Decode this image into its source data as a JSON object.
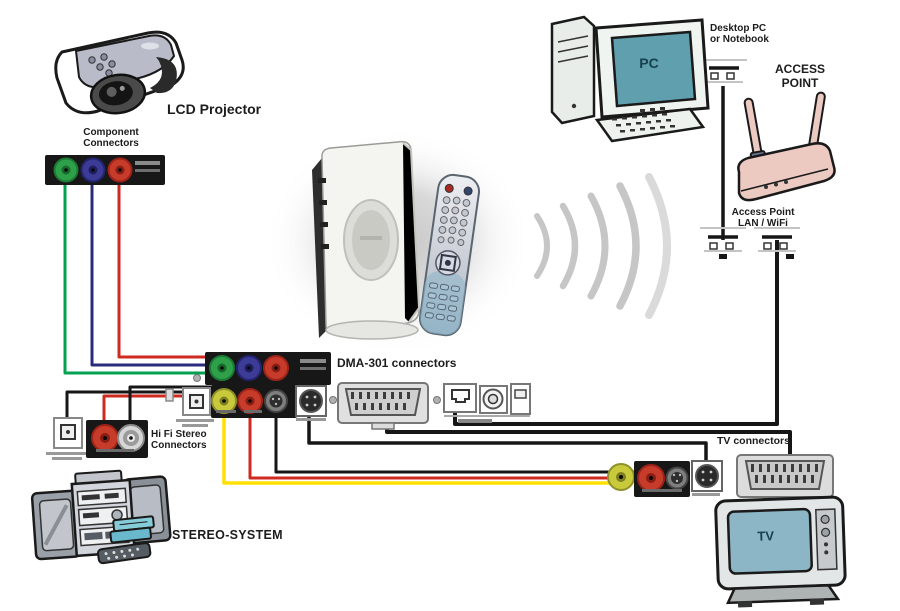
{
  "labels": {
    "lcd_projector": "LCD Projector",
    "component_connectors_1": "Component",
    "component_connectors_2": "Connectors",
    "pc_screen": "PC",
    "desktop_pc_1": "Desktop PC",
    "desktop_pc_2": "or Notebook",
    "access_point_1": "ACCESS",
    "access_point_2": "POINT",
    "ap_lan_1": "Access Point",
    "ap_lan_2": "LAN / WiFi",
    "dma_connectors": "DMA-301 connectors",
    "hifi_1": "Hi Fi Stereo",
    "hifi_2": "Connectors",
    "stereo_system": "STEREO-SYSTEM",
    "tv_connectors": "TV connectors",
    "tv_screen": "TV"
  },
  "colors": {
    "cable_green": "#00a14f",
    "cable_blue": "#2b2b7e",
    "cable_red": "#cf2a20",
    "cable_yellow": "#ffe000",
    "cable_black": "#161616",
    "connector_strip": "#171717",
    "access_point_body": "#eccac2",
    "pc_screen_teal": "#5f9fae",
    "tv_screen_blue": "#8cb6c6",
    "wireless_arc": "#c6c6c6"
  },
  "devices": [
    "LCD Projector",
    "Desktop PC or Notebook",
    "Access Point",
    "DMA-301 media adapter with remote control",
    "Hi Fi Stereo System",
    "TV"
  ],
  "connections": [
    {
      "from": "LCD Projector component connectors",
      "to": "DMA-301 component out",
      "cables": [
        "green",
        "blue",
        "red"
      ]
    },
    {
      "from": "Hi Fi Stereo optical in",
      "to": "DMA-301 digital optical out",
      "cables": [
        "black"
      ]
    },
    {
      "from": "Hi Fi Stereo audio in",
      "to": "DMA-301 audio out",
      "cables": [
        "red",
        "black"
      ]
    },
    {
      "from": "DMA-301 composite video / audio out",
      "to": "TV connectors",
      "cables": [
        "yellow",
        "red",
        "black"
      ]
    },
    {
      "from": "DMA-301 S-Video out",
      "to": "TV S-Video in",
      "cables": [
        "black"
      ]
    },
    {
      "from": "DMA-301 SCART out",
      "to": "TV SCART in",
      "cables": [
        "black"
      ]
    },
    {
      "from": "DMA-301 LAN port",
      "to": "Access Point LAN jack",
      "cables": [
        "black"
      ]
    },
    {
      "from": "Desktop PC or Notebook",
      "to": "Access Point LAN jack",
      "cables": [
        "black"
      ]
    },
    {
      "from": "DMA-301",
      "to": "Access Point",
      "cables": [
        "wireless"
      ]
    }
  ]
}
